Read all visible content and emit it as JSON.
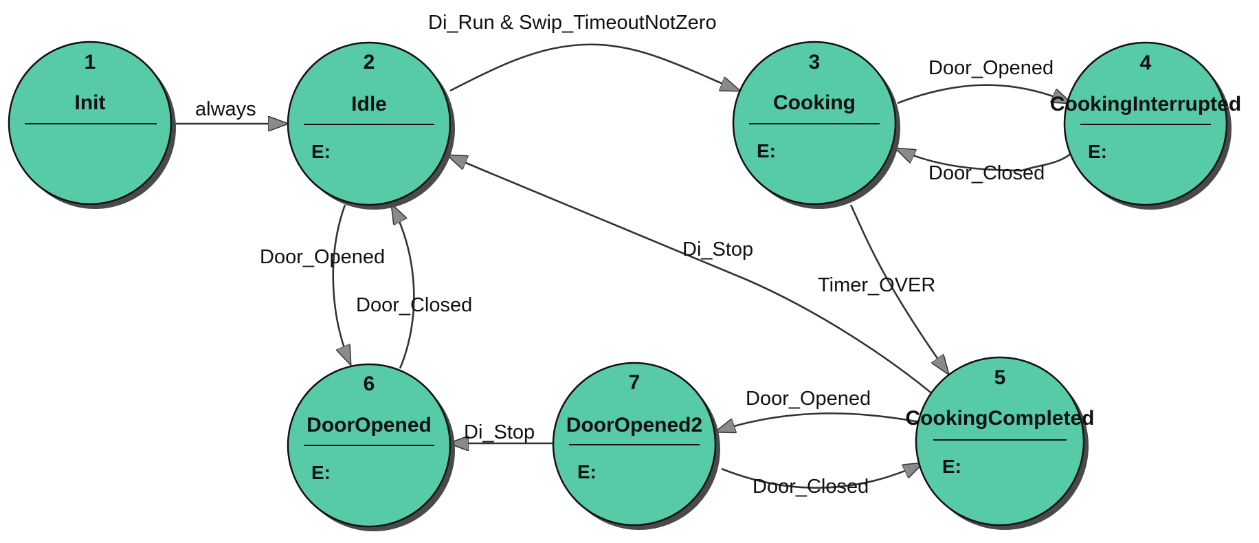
{
  "colors": {
    "state_fill": "#57cba8",
    "arrow": "#333333",
    "arrowhead_fill": "#8a8a8a"
  },
  "states": [
    {
      "id": "1",
      "number": "1",
      "name": "Init",
      "entry": ""
    },
    {
      "id": "2",
      "number": "2",
      "name": "Idle",
      "entry": "E:"
    },
    {
      "id": "3",
      "number": "3",
      "name": "Cooking",
      "entry": "E:"
    },
    {
      "id": "4",
      "number": "4",
      "name": "CookingInterrupted",
      "entry": "E:"
    },
    {
      "id": "5",
      "number": "5",
      "name": "CookingCompleted",
      "entry": "E:"
    },
    {
      "id": "6",
      "number": "6",
      "name": "DoorOpened",
      "entry": "E:"
    },
    {
      "id": "7",
      "number": "7",
      "name": "DoorOpened2",
      "entry": "E:"
    }
  ],
  "transitions": [
    {
      "from": "1",
      "to": "2",
      "label": "always"
    },
    {
      "from": "2",
      "to": "3",
      "label": "Di_Run & Swip_TimeoutNotZero"
    },
    {
      "from": "3",
      "to": "4",
      "label": "Door_Opened"
    },
    {
      "from": "4",
      "to": "3",
      "label": "Door_Closed"
    },
    {
      "from": "3",
      "to": "5",
      "label": "Timer_OVER"
    },
    {
      "from": "5",
      "to": "2",
      "label": "Di_Stop"
    },
    {
      "from": "2",
      "to": "6",
      "label": "Door_Opened"
    },
    {
      "from": "6",
      "to": "2",
      "label": "Door_Closed"
    },
    {
      "from": "5",
      "to": "7",
      "label": "Door_Opened"
    },
    {
      "from": "7",
      "to": "5",
      "label": "Door_Closed"
    },
    {
      "from": "7",
      "to": "6",
      "label": "Di_Stop"
    }
  ]
}
